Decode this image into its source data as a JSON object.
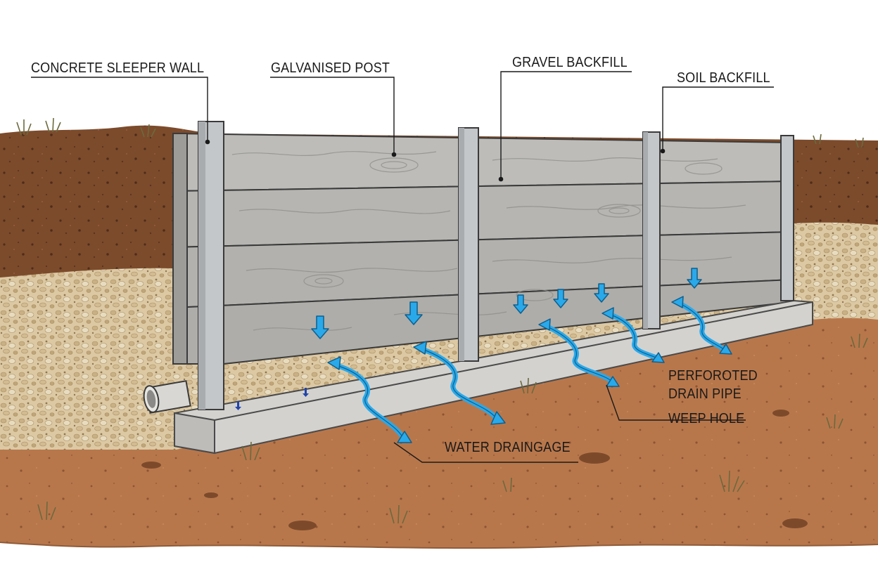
{
  "labels": {
    "concrete_sleeper_wall": "CONCRETE SLEEPER WALL",
    "galvanised_post": "GALVANISED POST",
    "gravel_backfill": "GRAVEL BACKFILL",
    "soil_backfill": "SOIL BACKFILL",
    "perforated_drain_pipe_line1": "PERFOROTED",
    "perforated_drain_pipe_line2": "DRAIN PIPE",
    "weep_hole": "WEEP HOLE",
    "water_drainage": "WATER DRAINGAGE"
  },
  "colors": {
    "soil_dark": "#7a4a2c",
    "soil_ground": "#b8764a",
    "gravel": "#d9c7a2",
    "concrete_sleeper": "#b4b4b2",
    "post": "#b9bcbf",
    "footing": "#cfcfcd",
    "water_arrow": "#2aa9ea"
  }
}
